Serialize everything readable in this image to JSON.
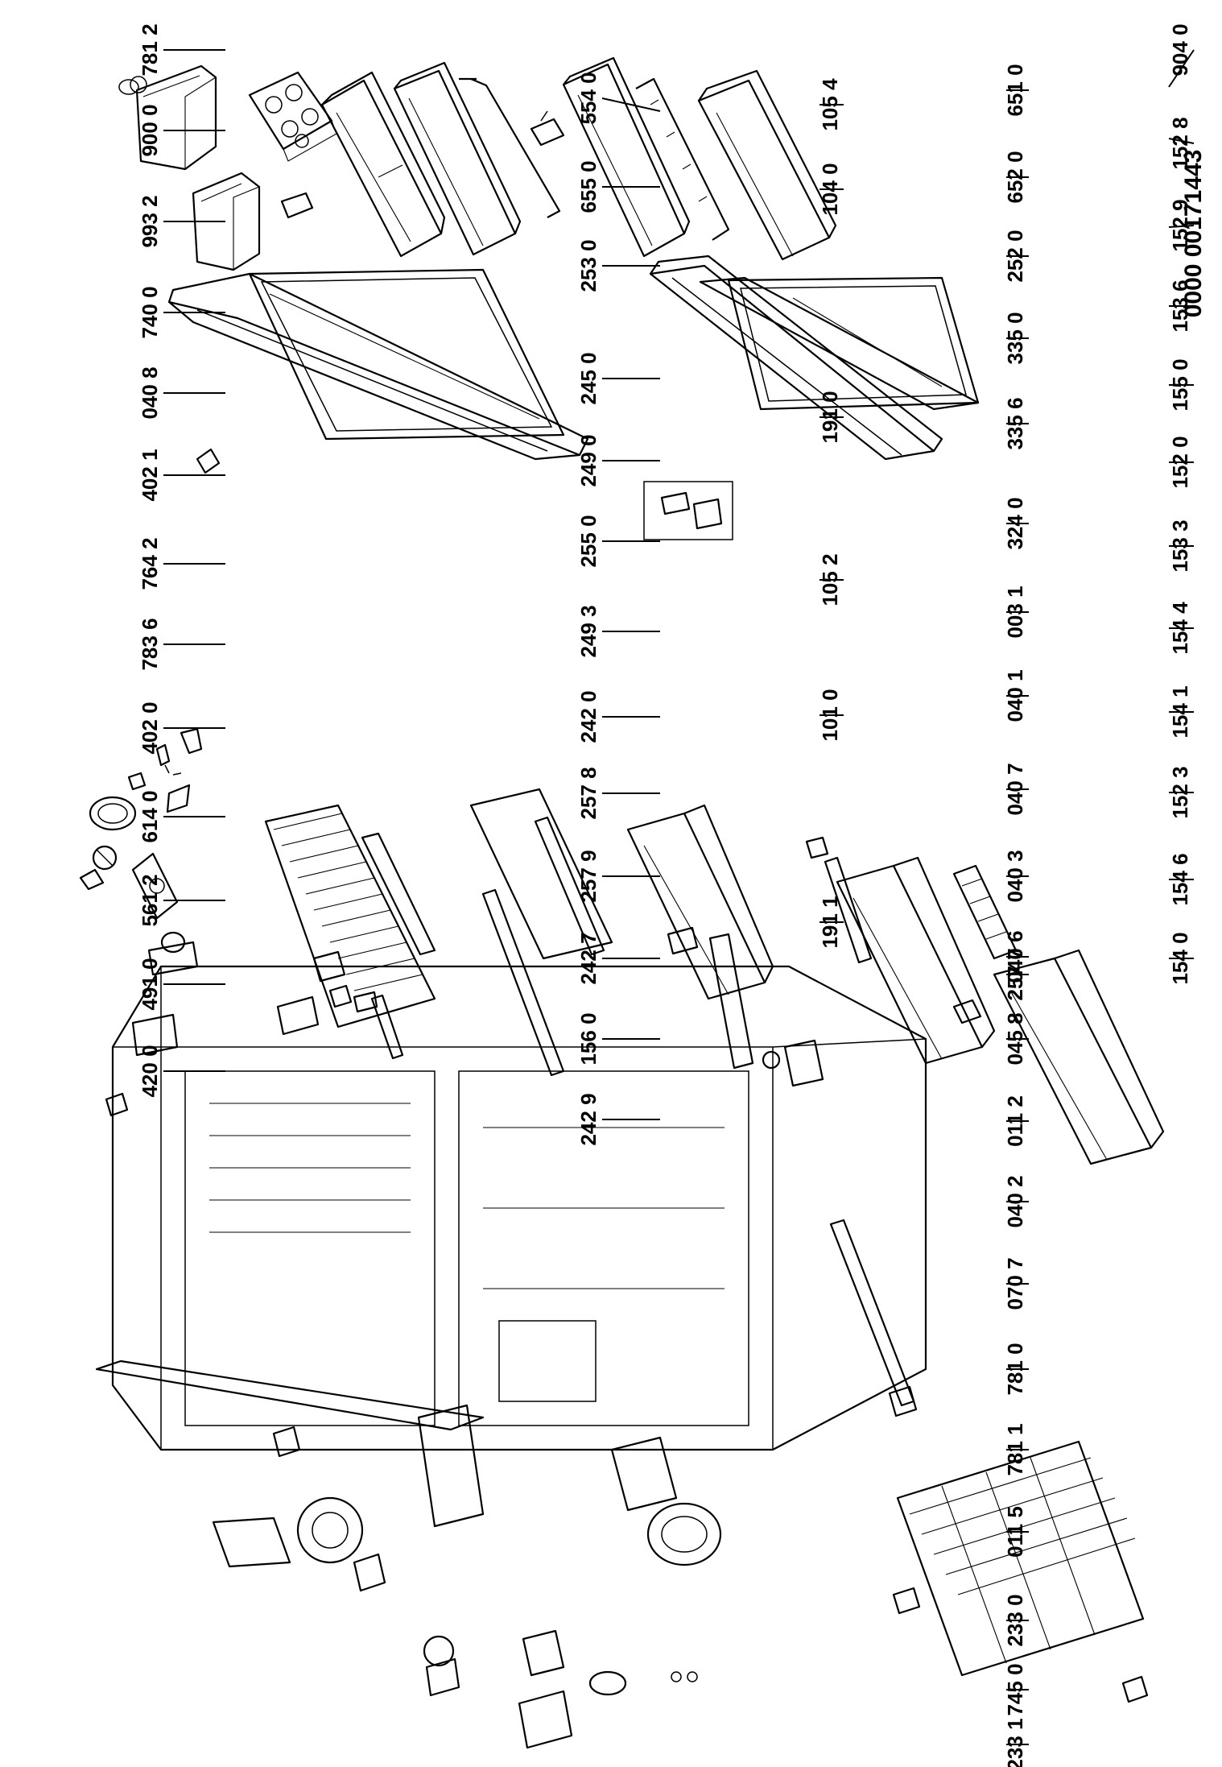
{
  "document_code": "0000 00171443",
  "parts": [
    {
      "id": "p9040",
      "label": "904 0"
    },
    {
      "id": "p1528",
      "label": "152 8"
    },
    {
      "id": "p1529",
      "label": "152 9"
    },
    {
      "id": "p1536",
      "label": "153 6"
    },
    {
      "id": "p1550",
      "label": "155 0"
    },
    {
      "id": "p1520",
      "label": "152 0"
    },
    {
      "id": "p1533",
      "label": "153 3"
    },
    {
      "id": "p1544",
      "label": "154 4"
    },
    {
      "id": "p1541",
      "label": "154 1"
    },
    {
      "id": "p1523",
      "label": "152 3"
    },
    {
      "id": "p1546",
      "label": "154 6"
    },
    {
      "id": "p1540",
      "label": "154 0"
    },
    {
      "id": "p1054",
      "label": "105 4"
    },
    {
      "id": "p1040",
      "label": "104 0"
    },
    {
      "id": "p1910",
      "label": "191 0"
    },
    {
      "id": "p1052",
      "label": "105 2"
    },
    {
      "id": "p1010",
      "label": "101 0"
    },
    {
      "id": "p1911",
      "label": "191 1"
    },
    {
      "id": "p5540",
      "label": "554 0"
    },
    {
      "id": "p6550",
      "label": "655 0"
    },
    {
      "id": "p2530",
      "label": "253 0"
    },
    {
      "id": "p6510",
      "label": "651 0"
    },
    {
      "id": "p6520",
      "label": "652 0"
    },
    {
      "id": "p2520",
      "label": "252 0"
    },
    {
      "id": "p3350",
      "label": "335 0"
    },
    {
      "id": "p3356",
      "label": "335 6"
    },
    {
      "id": "p2450",
      "label": "245 0"
    },
    {
      "id": "p2490",
      "label": "249 0"
    },
    {
      "id": "p2550",
      "label": "255 0"
    },
    {
      "id": "p2493",
      "label": "249 3"
    },
    {
      "id": "p2420",
      "label": "242 0"
    },
    {
      "id": "p2578",
      "label": "257 8"
    },
    {
      "id": "p2579",
      "label": "257 9"
    },
    {
      "id": "p2427",
      "label": "242 7"
    },
    {
      "id": "p1560",
      "label": "156 0"
    },
    {
      "id": "p2429",
      "label": "242 9"
    },
    {
      "id": "p2577",
      "label": "257 7"
    },
    {
      "id": "p3240",
      "label": "324 0"
    },
    {
      "id": "p0031",
      "label": "003 1"
    },
    {
      "id": "p0401",
      "label": "040 1"
    },
    {
      "id": "p0407",
      "label": "040 7"
    },
    {
      "id": "p0403",
      "label": "040 3"
    },
    {
      "id": "p0406",
      "label": "040 6"
    },
    {
      "id": "p0458",
      "label": "045 8"
    },
    {
      "id": "p0112",
      "label": "011 2"
    },
    {
      "id": "p0402",
      "label": "040 2"
    },
    {
      "id": "p0707",
      "label": "070 7"
    },
    {
      "id": "p7810",
      "label": "781 0"
    },
    {
      "id": "p7811",
      "label": "781 1"
    },
    {
      "id": "p0115",
      "label": "011 5"
    },
    {
      "id": "p2330",
      "label": "233 0"
    },
    {
      "id": "p7450",
      "label": "745 0"
    },
    {
      "id": "p2331",
      "label": "233 1"
    },
    {
      "id": "p7812",
      "label": "781 2"
    },
    {
      "id": "p9000",
      "label": "900 0"
    },
    {
      "id": "p9932",
      "label": "993 2"
    },
    {
      "id": "p7400",
      "label": "740 0"
    },
    {
      "id": "p0408",
      "label": "040 8"
    },
    {
      "id": "p4021",
      "label": "402 1"
    },
    {
      "id": "p7642",
      "label": "764 2"
    },
    {
      "id": "p7836",
      "label": "783 6"
    },
    {
      "id": "p4020",
      "label": "402 0"
    },
    {
      "id": "p6140",
      "label": "614 0"
    },
    {
      "id": "p5612",
      "label": "561 2"
    },
    {
      "id": "p4910",
      "label": "491 0"
    },
    {
      "id": "p4200",
      "label": "420 0"
    }
  ]
}
